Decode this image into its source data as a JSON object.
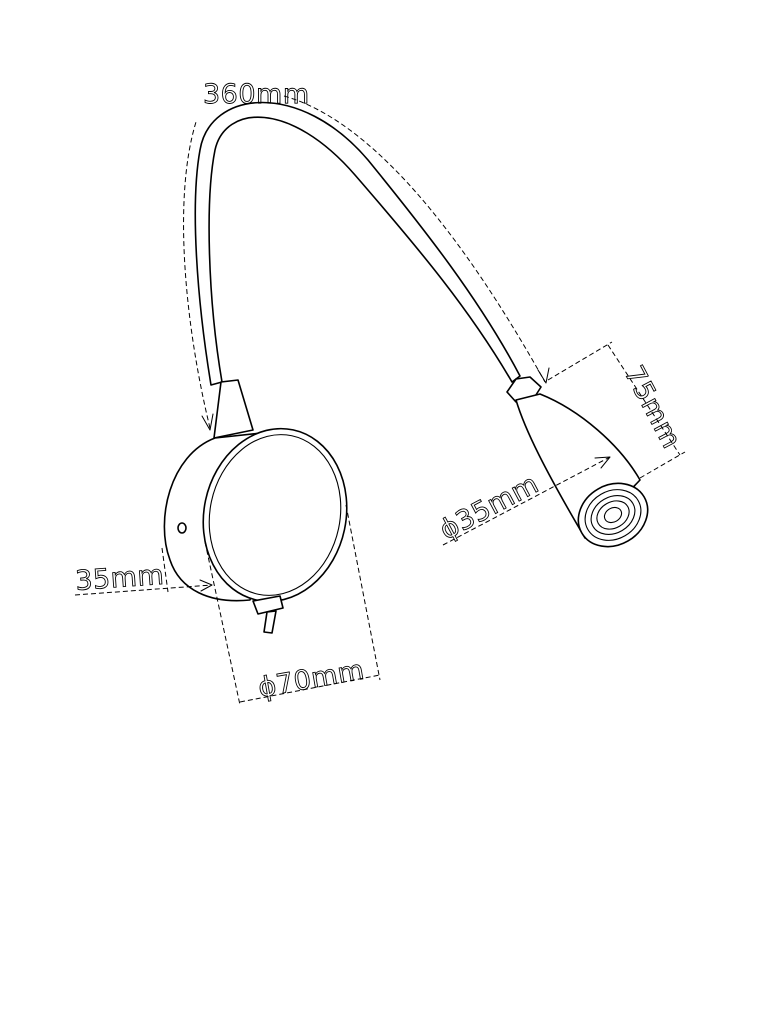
{
  "dimensions": {
    "arm_length": "360mm",
    "head_length": "75mm",
    "head_diameter": "ϕ35mm",
    "base_depth": "35mm",
    "base_diameter": "ϕ70mm"
  }
}
